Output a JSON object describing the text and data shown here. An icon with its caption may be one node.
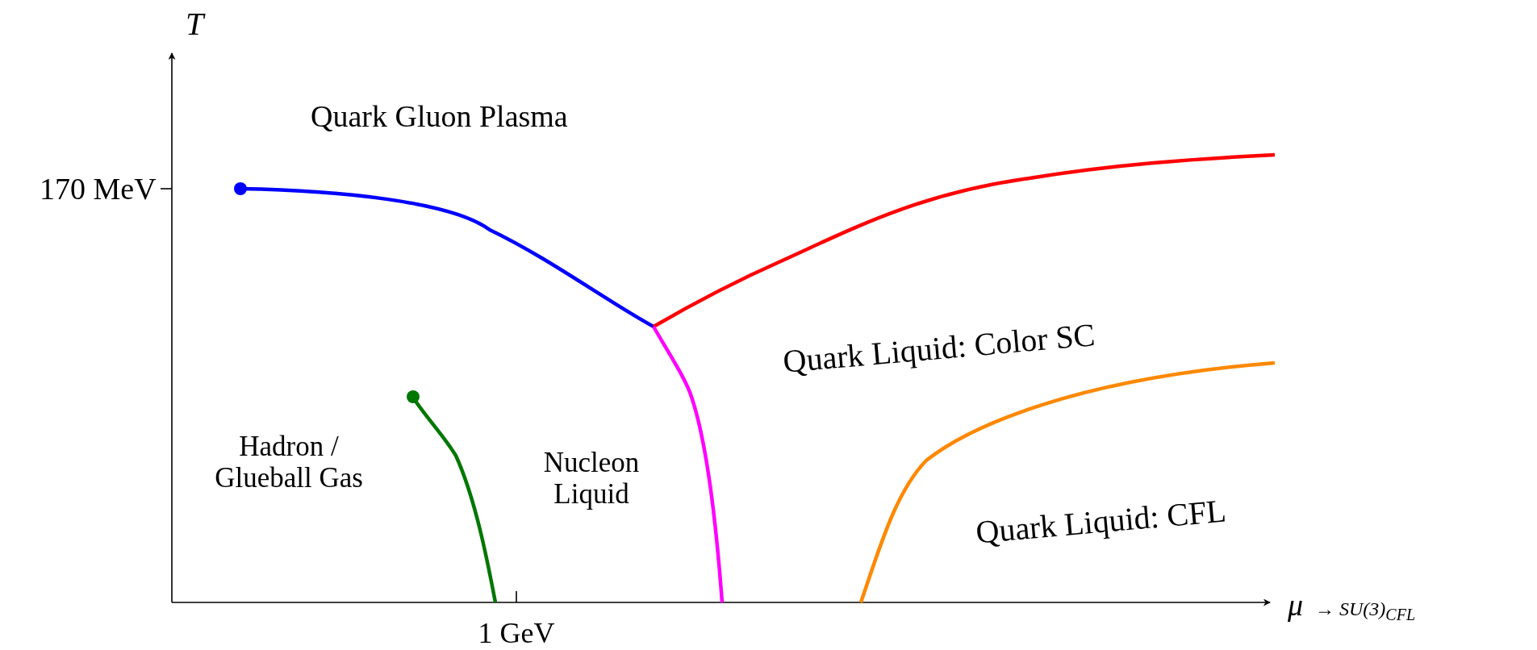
{
  "diagram": {
    "labels": [
      "T",
      "170 MeV",
      "Quark Gluon Plasma",
      "Quark Liquid: Color SC",
      "Hadron / Glueball Gas",
      "Nucleon Liquid",
      "Quark Liquid: CFL",
      "μ",
      "→ SU(3)$_{CFL}$",
      "1 GeV"
    ]
  }
}
